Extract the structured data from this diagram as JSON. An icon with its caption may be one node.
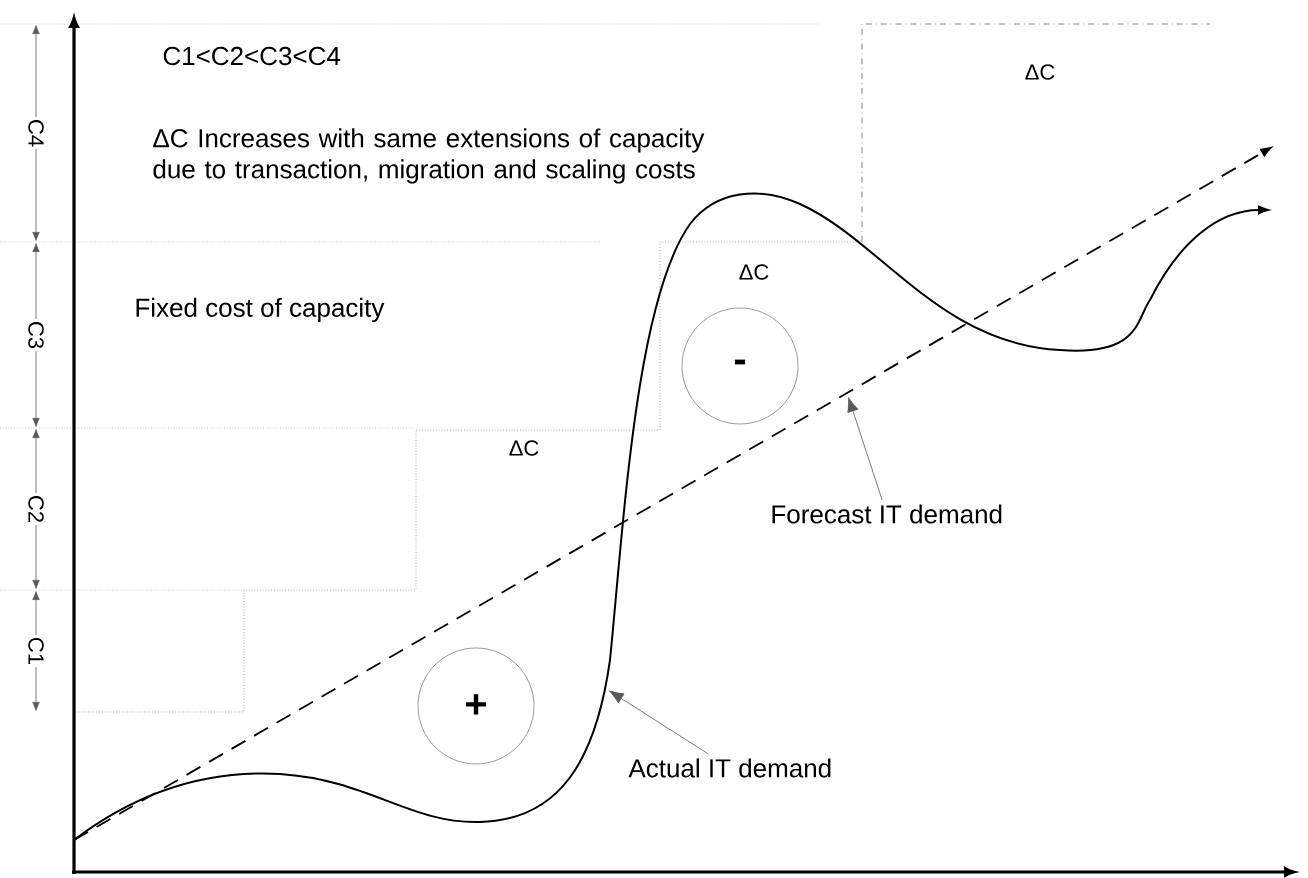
{
  "diagram": {
    "nodes": [
      {
        "text": [
          "+"
        ]
      },
      {
        "text": [
          "-"
        ]
      },
      {
        "text": [
          "Forecast IT demand"
        ]
      },
      {
        "text": [
          "Actual IT demand"
        ]
      }
    ],
    "edges": [
      {
        "from": 2,
        "to": null,
        "arrow": "to"
      },
      {
        "from": 3,
        "to": null,
        "arrow": "to"
      }
    ],
    "labels": [
      "C1<C2<C3<C4",
      "ΔC Increases with same extensions of capacity due to transaction, migration and scaling costs",
      "Fixed cost of capacity",
      "ΔC",
      "ΔC",
      "ΔC",
      "C4",
      "C3",
      "C2",
      "C1"
    ]
  }
}
